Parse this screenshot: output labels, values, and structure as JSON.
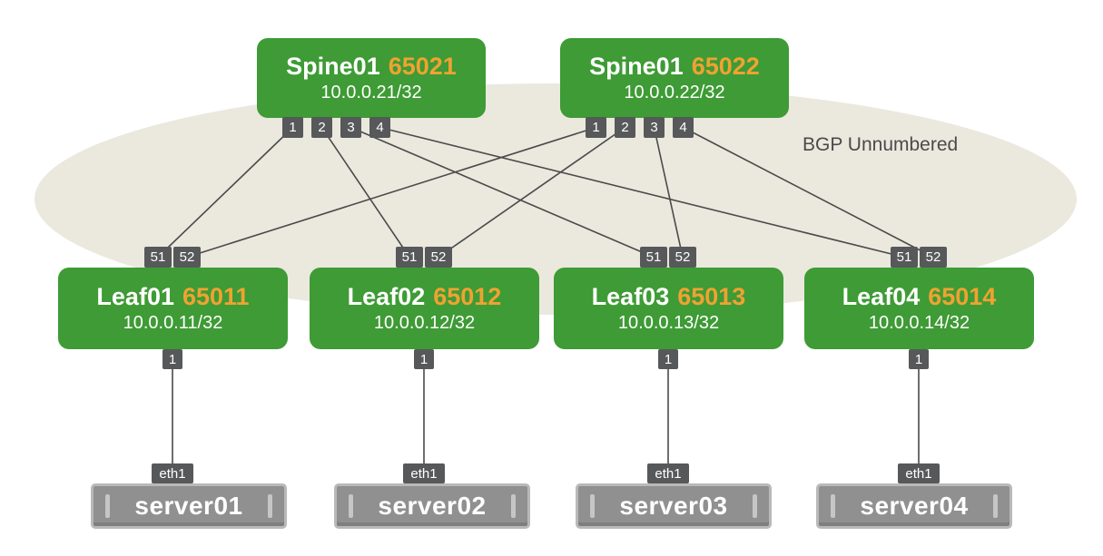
{
  "diagram": {
    "background_label": "BGP Unnumbered",
    "spines": [
      {
        "name": "Spine01",
        "asn": "65021",
        "ip": "10.0.0.21/32",
        "ports": [
          "1",
          "2",
          "3",
          "4"
        ]
      },
      {
        "name": "Spine01",
        "asn": "65022",
        "ip": "10.0.0.22/32",
        "ports": [
          "1",
          "2",
          "3",
          "4"
        ]
      }
    ],
    "leaves": [
      {
        "name": "Leaf01",
        "asn": "65011",
        "ip": "10.0.0.11/32",
        "uplink_ports": [
          "51",
          "52"
        ],
        "downlink_port": "1"
      },
      {
        "name": "Leaf02",
        "asn": "65012",
        "ip": "10.0.0.12/32",
        "uplink_ports": [
          "51",
          "52"
        ],
        "downlink_port": "1"
      },
      {
        "name": "Leaf03",
        "asn": "65013",
        "ip": "10.0.0.13/32",
        "uplink_ports": [
          "51",
          "52"
        ],
        "downlink_port": "1"
      },
      {
        "name": "Leaf04",
        "asn": "65014",
        "ip": "10.0.0.14/32",
        "uplink_ports": [
          "51",
          "52"
        ],
        "downlink_port": "1"
      }
    ],
    "servers": [
      {
        "label": "server01",
        "port_label": "eth1"
      },
      {
        "label": "server02",
        "port_label": "eth1"
      },
      {
        "label": "server03",
        "port_label": "eth1"
      },
      {
        "label": "server04",
        "port_label": "eth1"
      }
    ],
    "links": [
      {
        "from": "spine1-port-1",
        "to": "leaf1-port-51"
      },
      {
        "from": "spine1-port-2",
        "to": "leaf2-port-51"
      },
      {
        "from": "spine1-port-3",
        "to": "leaf3-port-51"
      },
      {
        "from": "spine1-port-4",
        "to": "leaf4-port-51"
      },
      {
        "from": "spine2-port-1",
        "to": "leaf1-port-52"
      },
      {
        "from": "spine2-port-2",
        "to": "leaf2-port-52"
      },
      {
        "from": "spine2-port-3",
        "to": "leaf3-port-52"
      },
      {
        "from": "spine2-port-4",
        "to": "leaf4-port-52"
      },
      {
        "from": "leaf1-port-1",
        "to": "server1-eth"
      },
      {
        "from": "leaf2-port-1",
        "to": "server2-eth"
      },
      {
        "from": "leaf3-port-1",
        "to": "server3-eth"
      },
      {
        "from": "leaf4-port-1",
        "to": "server4-eth"
      }
    ],
    "colors": {
      "node_green": "#3e9b35",
      "asn_orange": "#f0a232",
      "port_gray": "#57585a",
      "cloud_beige": "#ebe8de",
      "server_gray": "#909090",
      "line_gray": "#4a4a4a"
    }
  }
}
